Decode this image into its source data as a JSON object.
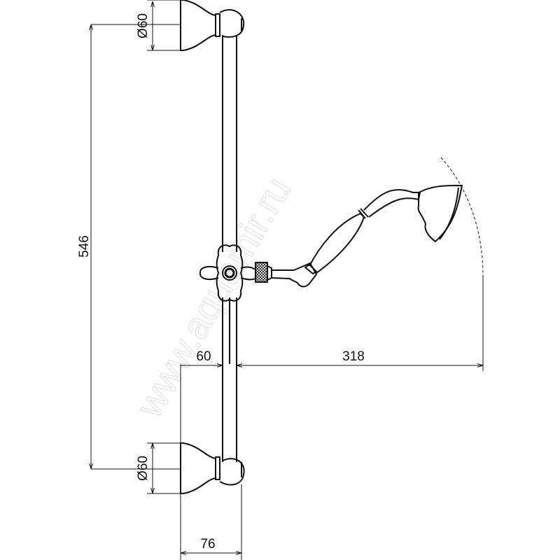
{
  "drawing": {
    "title": "Shower rail with hand shower",
    "dimensions": {
      "flange_top_diameter": "Ø60",
      "flange_bottom_diameter": "Ø60",
      "height": "546",
      "rail_offset": "60",
      "reach": "318",
      "depth": "76"
    },
    "watermark": "www.aquamir.ru",
    "line_color": "#111111"
  }
}
